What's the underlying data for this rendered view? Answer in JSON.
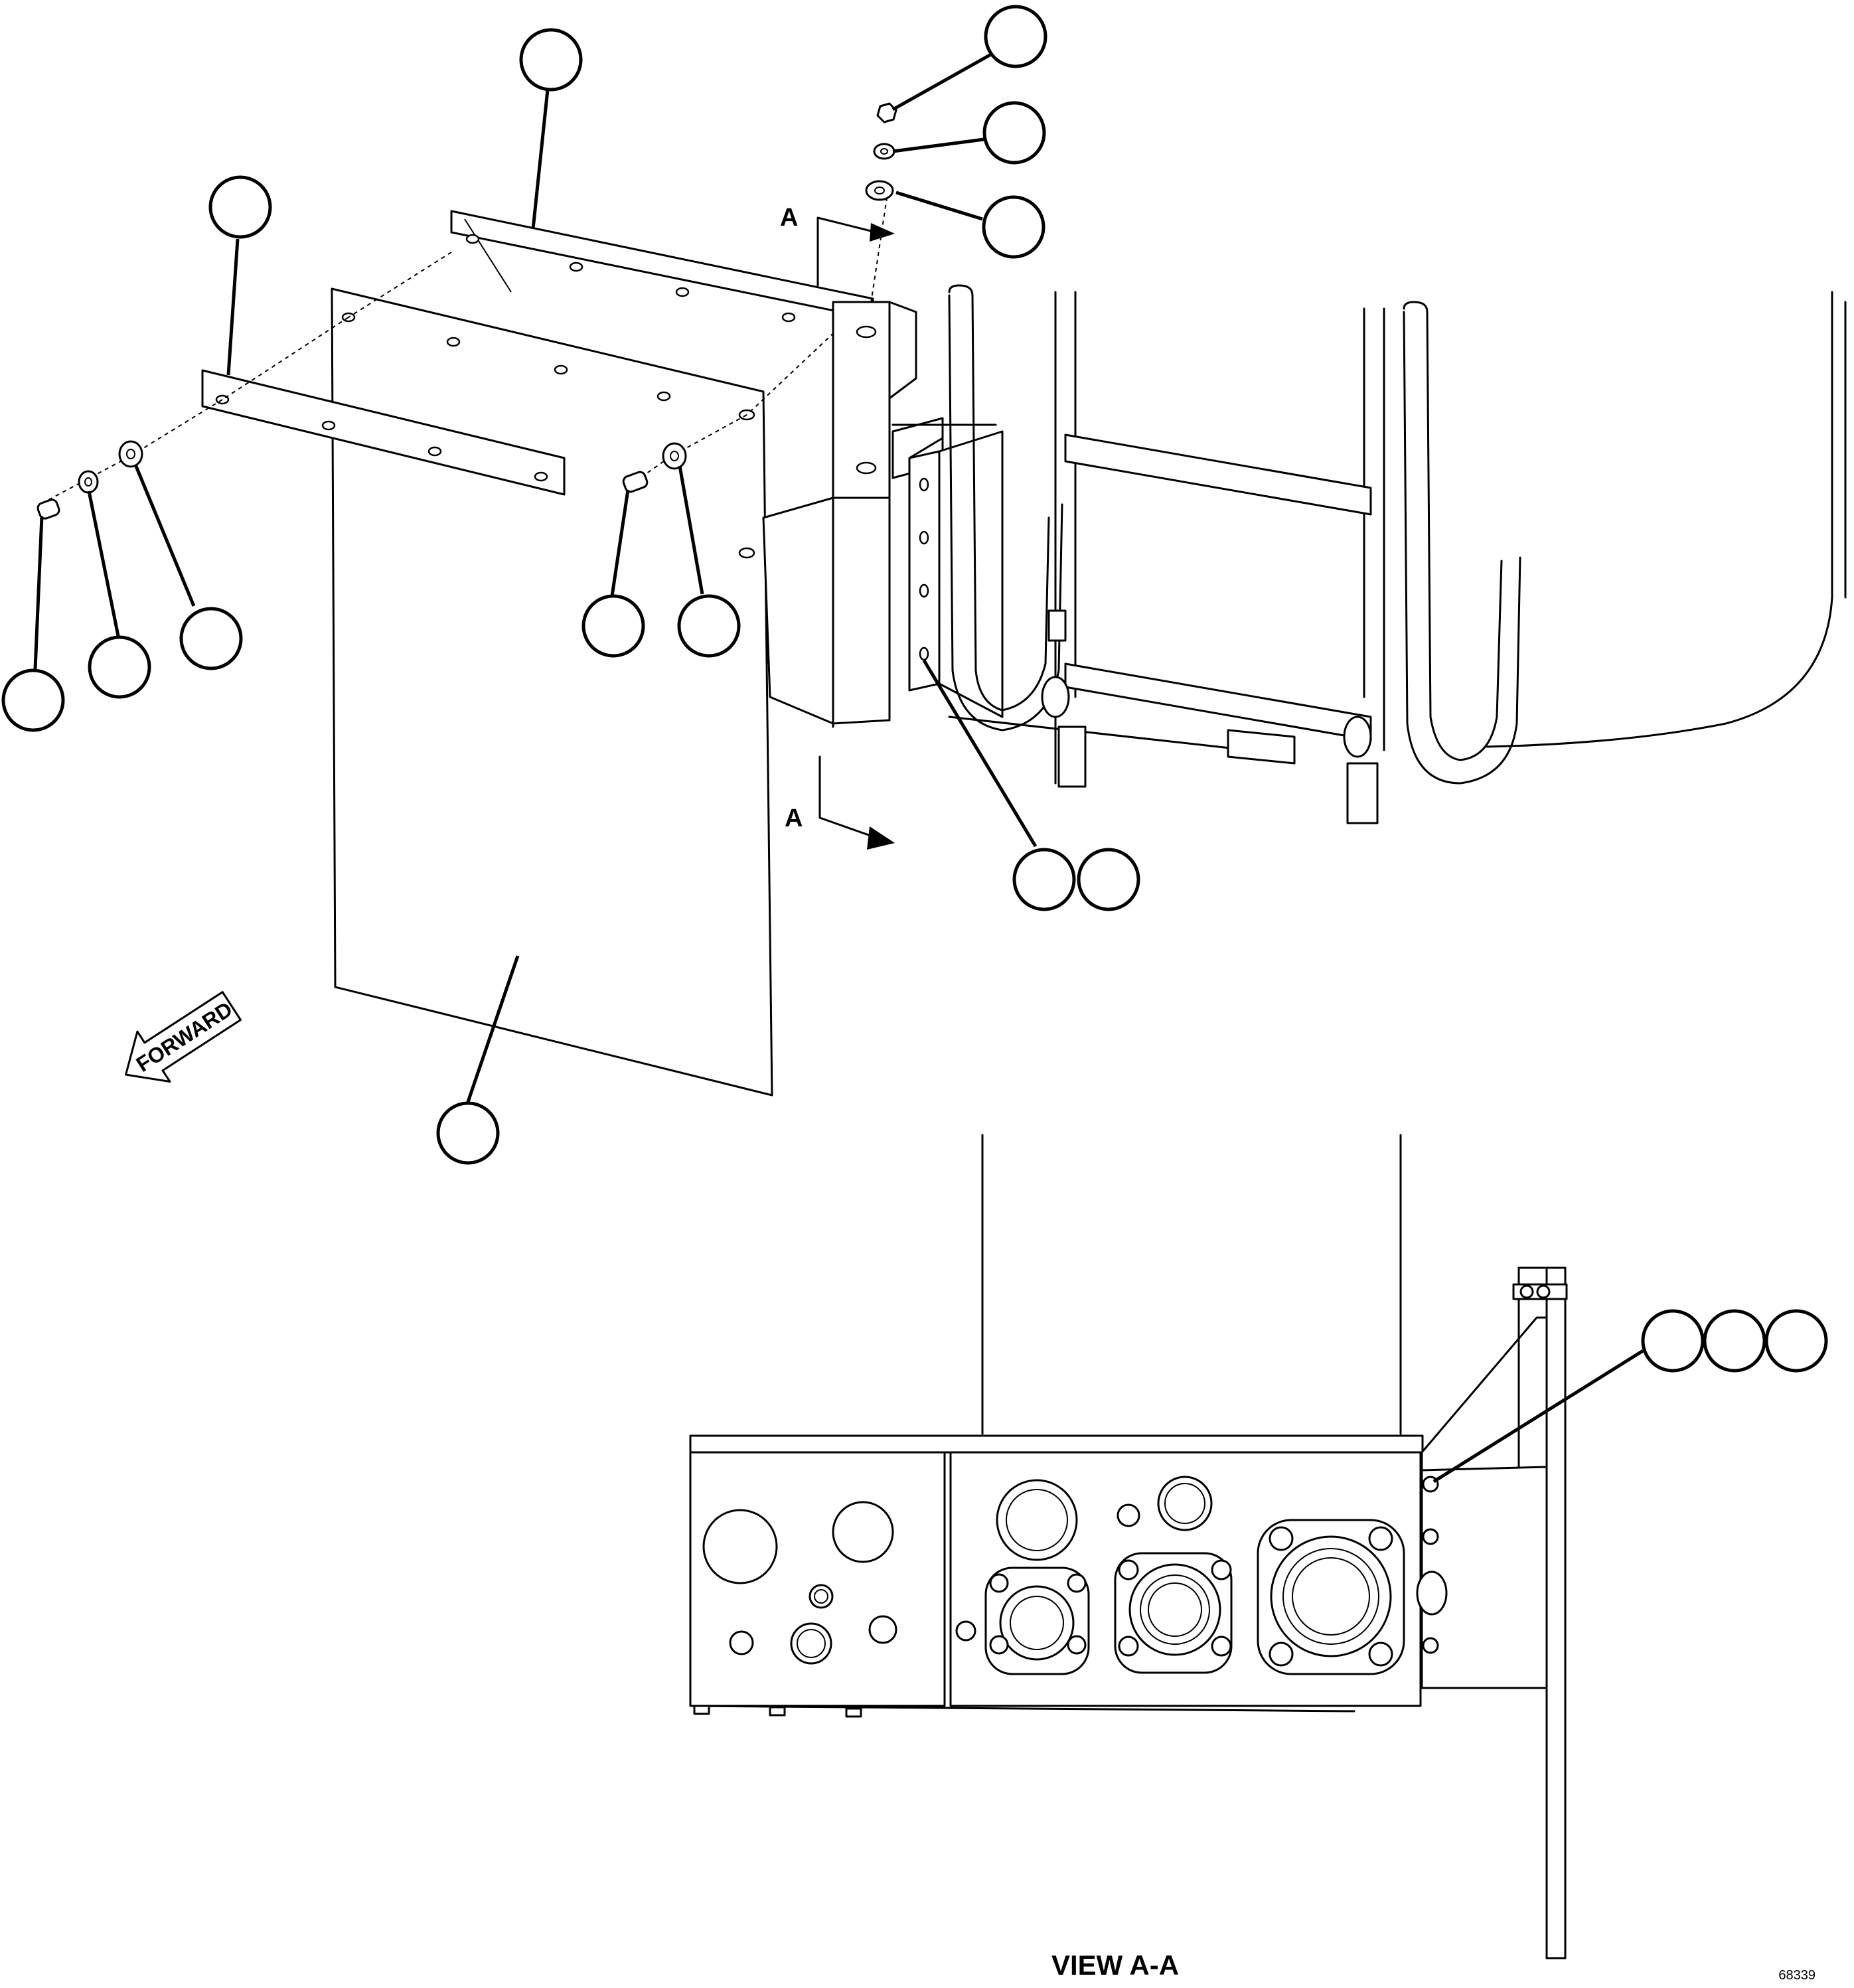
{
  "figure": {
    "section_marker_top": "A",
    "section_marker_bottom": "A",
    "forward_label": "FORWARD",
    "view_label": "VIEW A-A",
    "figure_number": "68339"
  },
  "callouts": {
    "items": [
      "",
      "",
      "",
      "",
      "",
      "",
      "",
      "",
      "",
      "",
      "",
      "",
      "",
      "",
      "",
      "",
      ""
    ]
  }
}
